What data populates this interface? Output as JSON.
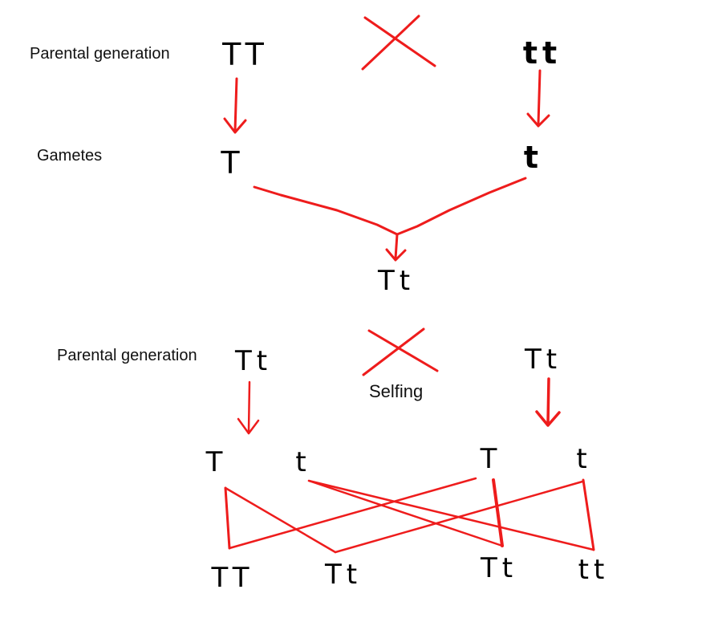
{
  "labels": {
    "parental_1": "Parental generation",
    "gametes": "Gametes",
    "parental_2": "Parental generation",
    "selfing": "Selfing"
  },
  "cross1": {
    "parent_left": "TT",
    "parent_right": "tt",
    "gamete_left": "T",
    "gamete_right": "t",
    "offspring": "Tt"
  },
  "cross2": {
    "parent_left": "Tt",
    "parent_right": "Tt",
    "gametes": [
      "T",
      "t",
      "T",
      "t"
    ],
    "offspring": [
      "TT",
      "Tt",
      "Tt",
      "tt"
    ]
  },
  "colors": {
    "line": "#ee1c1c",
    "text": "#000000"
  }
}
